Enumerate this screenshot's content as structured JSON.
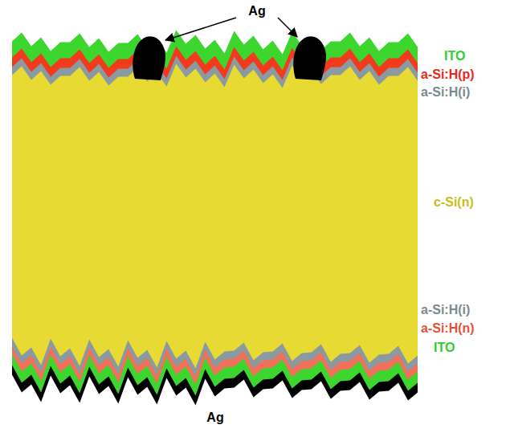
{
  "diagram": {
    "labels": [
      "Ag",
      "ITO",
      "a-Si:H(p)",
      "a-Si:H(i)",
      "c-Si(n)",
      "a-Si:H(i)",
      "a-Si:H(n)",
      "ITO",
      "Ag"
    ]
  }
}
